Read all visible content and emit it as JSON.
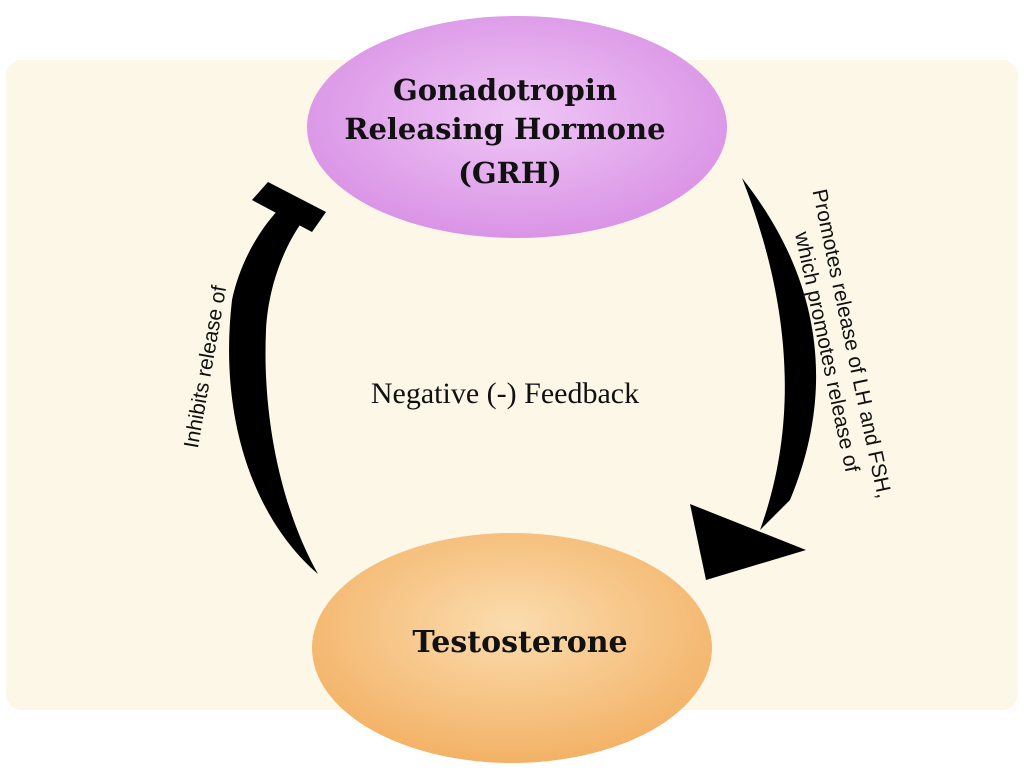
{
  "nodes": {
    "grh": {
      "lines": [
        "Gonadotropin",
        "Releasing Hormone",
        "(GRH)"
      ]
    },
    "testosterone": {
      "label": "Testosterone"
    }
  },
  "center_label": "Negative (-) Feedback",
  "arrows": {
    "inhibit": {
      "label": "Inhibits release of"
    },
    "promote": {
      "lines": [
        "Promotes release of LH and FSH,",
        "which promotes release of"
      ]
    }
  },
  "colors": {
    "panel": "#fdf7e8",
    "grh_fill": "#dd9ae8",
    "grh_highlight": "#efc6f6",
    "testosterone_fill": "#f6bd73",
    "testosterone_highlight": "#fbdcae",
    "arrow": "#000000"
  }
}
